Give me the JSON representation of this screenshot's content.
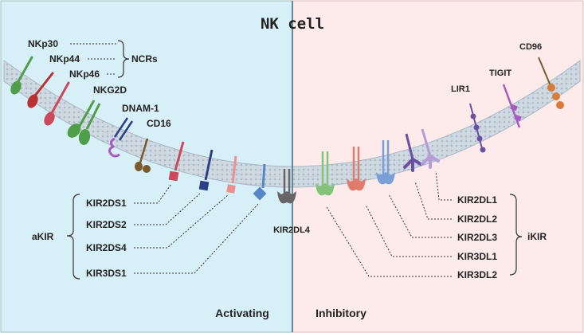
{
  "title": "NK cell",
  "regions": {
    "activating": {
      "label": "Activating",
      "color": "#d7eff7"
    },
    "inhibitory": {
      "label": "Inhibitory",
      "color": "#fcebea"
    }
  },
  "ncrs": {
    "group_label": "NCRs",
    "items": [
      "NKp30",
      "NKp44",
      "NKp46"
    ]
  },
  "receptors": {
    "nkg2d": "NKG2D",
    "dnam1": "DNAM-1",
    "cd16": "CD16",
    "kir2dl4": "KIR2DL4",
    "lir1": "LIR1",
    "tigit": "TIGIT",
    "cd96": "CD96"
  },
  "akir": {
    "group_label": "aKIR",
    "items": [
      "KIR2DS1",
      "KIR2DS2",
      "KIR2DS4",
      "KIR3DS1"
    ]
  },
  "ikir": {
    "group_label": "iKIR",
    "items": [
      "KIR2DL1",
      "KIR2DL2",
      "KIR2DL3",
      "KIR3DL1",
      "KIR3DL2"
    ]
  },
  "colors": {
    "membrane": "#c9d4de",
    "divider": "#3d6b7a",
    "green": "#4f9e48",
    "red": "#b83232",
    "crimson": "#c94a5a",
    "navy": "#2c3f86",
    "pink": "#ee9090",
    "blue": "#5587c8",
    "gray": "#666666",
    "lightgreen": "#83c47a",
    "salmon": "#e07a6f",
    "skyblue": "#7a9fd6",
    "purple": "#6b4fa0",
    "lavender": "#b59ad8",
    "violet": "#a55bc0",
    "orange": "#d97b3b",
    "brown": "#7a5a2a"
  }
}
